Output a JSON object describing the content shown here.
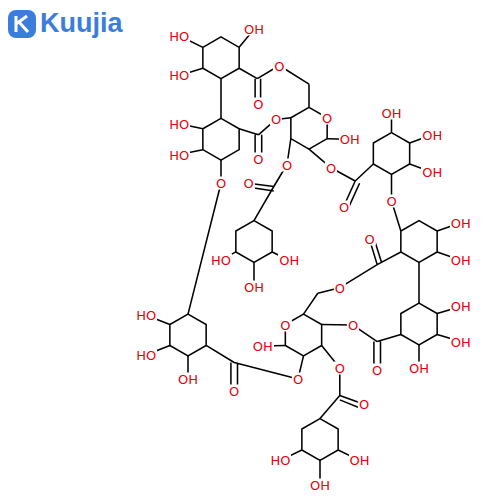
{
  "diagram": {
    "labels": [
      "Kuujia",
      "OH",
      "HO",
      "HO",
      "HO",
      "HO",
      "O",
      "O",
      "O",
      "O",
      "O",
      "O",
      "OH",
      "O",
      "O",
      "O",
      "O",
      "OH",
      "OH",
      "OH",
      "O",
      "OH",
      "OH",
      "O",
      "O",
      "OH",
      "OH",
      "OH",
      "O",
      "O",
      "O",
      "OH",
      "OH",
      "HO",
      "OH",
      "O",
      "O",
      "HO",
      "HO",
      "OH",
      "O",
      "O",
      "OH",
      "OH",
      "HO"
    ]
  }
}
